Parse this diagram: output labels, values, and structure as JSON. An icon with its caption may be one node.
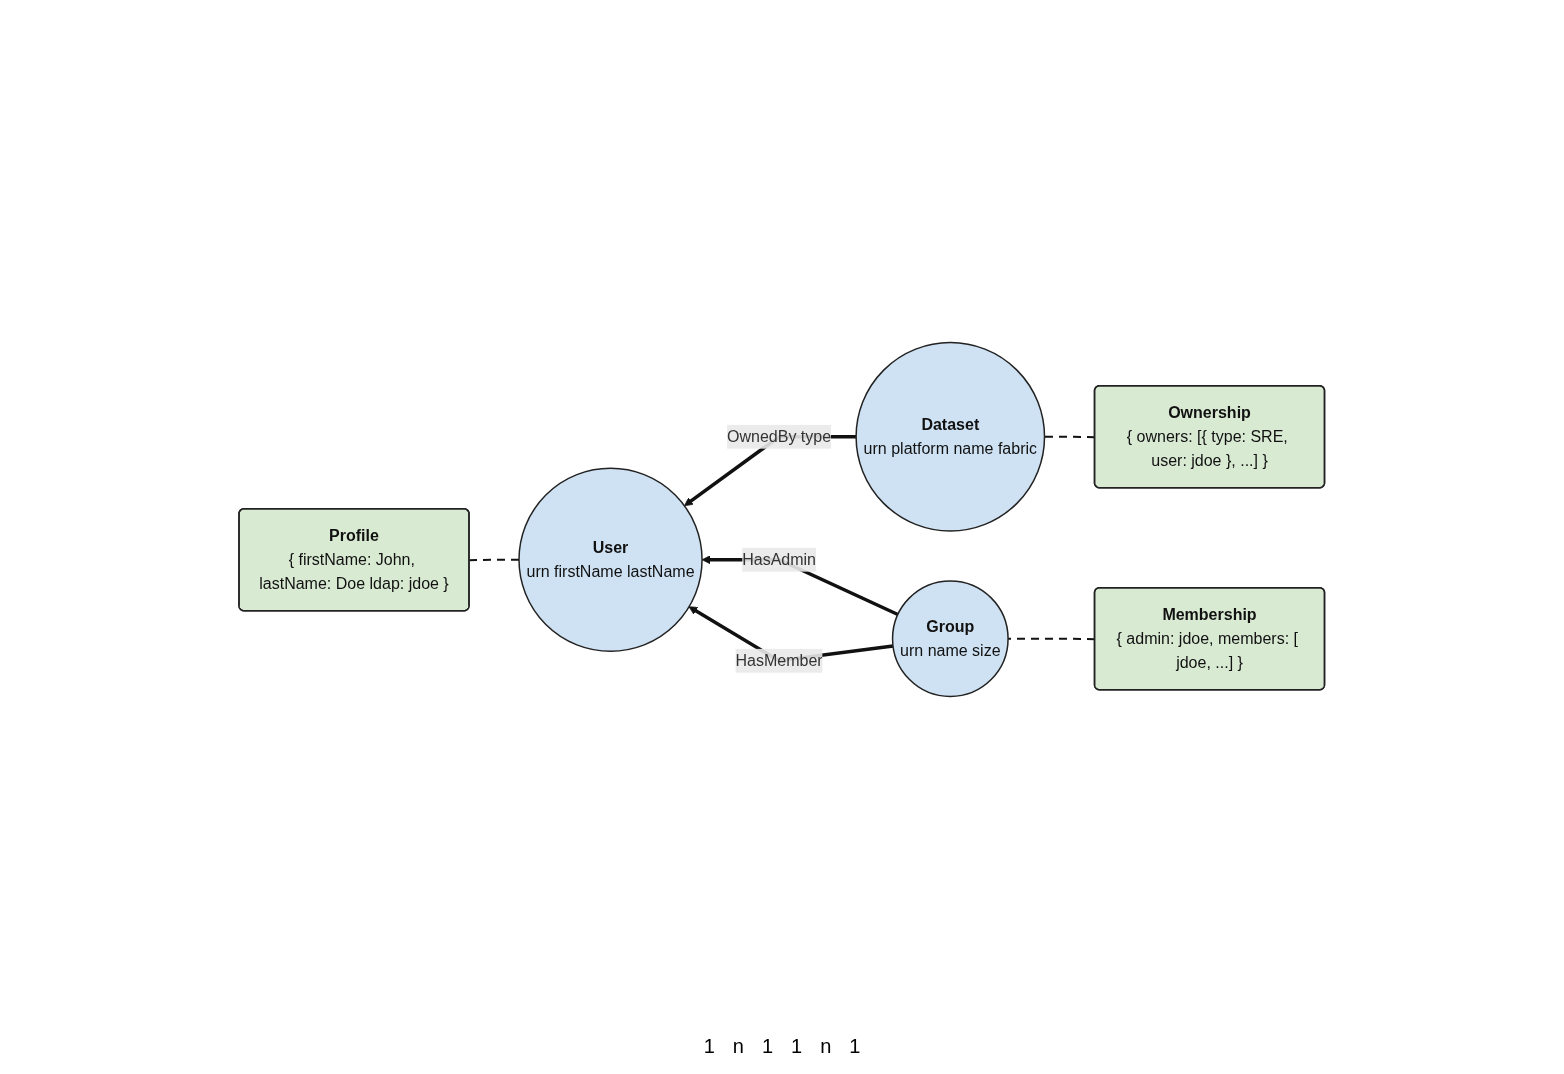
{
  "diagram": {
    "nodes": [
      {
        "text": [
          "User",
          "urn firstName lastName"
        ]
      },
      {
        "text": [
          "Dataset",
          "urn platform name fabric"
        ]
      },
      {
        "text": [
          "Group",
          "urn name size"
        ]
      },
      {
        "text": [
          "Ownership",
          "{ owners: [{ type: SRE, user: jdoe }, ...] }"
        ]
      },
      {
        "text": [
          "Membership",
          "{ admin: jdoe, members: [ jdoe, ...] }"
        ]
      },
      {
        "text": [
          "Profile",
          "{ firstName: John, lastName: Doe ldap: jdoe }"
        ]
      }
    ],
    "edges": [
      {
        "from": 1,
        "to": 0,
        "arrow": "to",
        "label": "OwnedBy type"
      },
      {
        "from": 2,
        "to": 0,
        "arrow": "to",
        "label": "HasAdmin"
      },
      {
        "from": 2,
        "to": 0,
        "arrow": "to",
        "label": "HasMember"
      },
      {
        "from": 3,
        "to": 1,
        "arrow": "none",
        "style": "dashed"
      },
      {
        "from": 4,
        "to": 2,
        "arrow": "none",
        "style": "dashed"
      },
      {
        "from": 0,
        "to": 5,
        "arrow": "none",
        "style": "dashed"
      }
    ],
    "labels": [
      "1",
      "n",
      "1",
      "1",
      "n",
      "1"
    ]
  }
}
